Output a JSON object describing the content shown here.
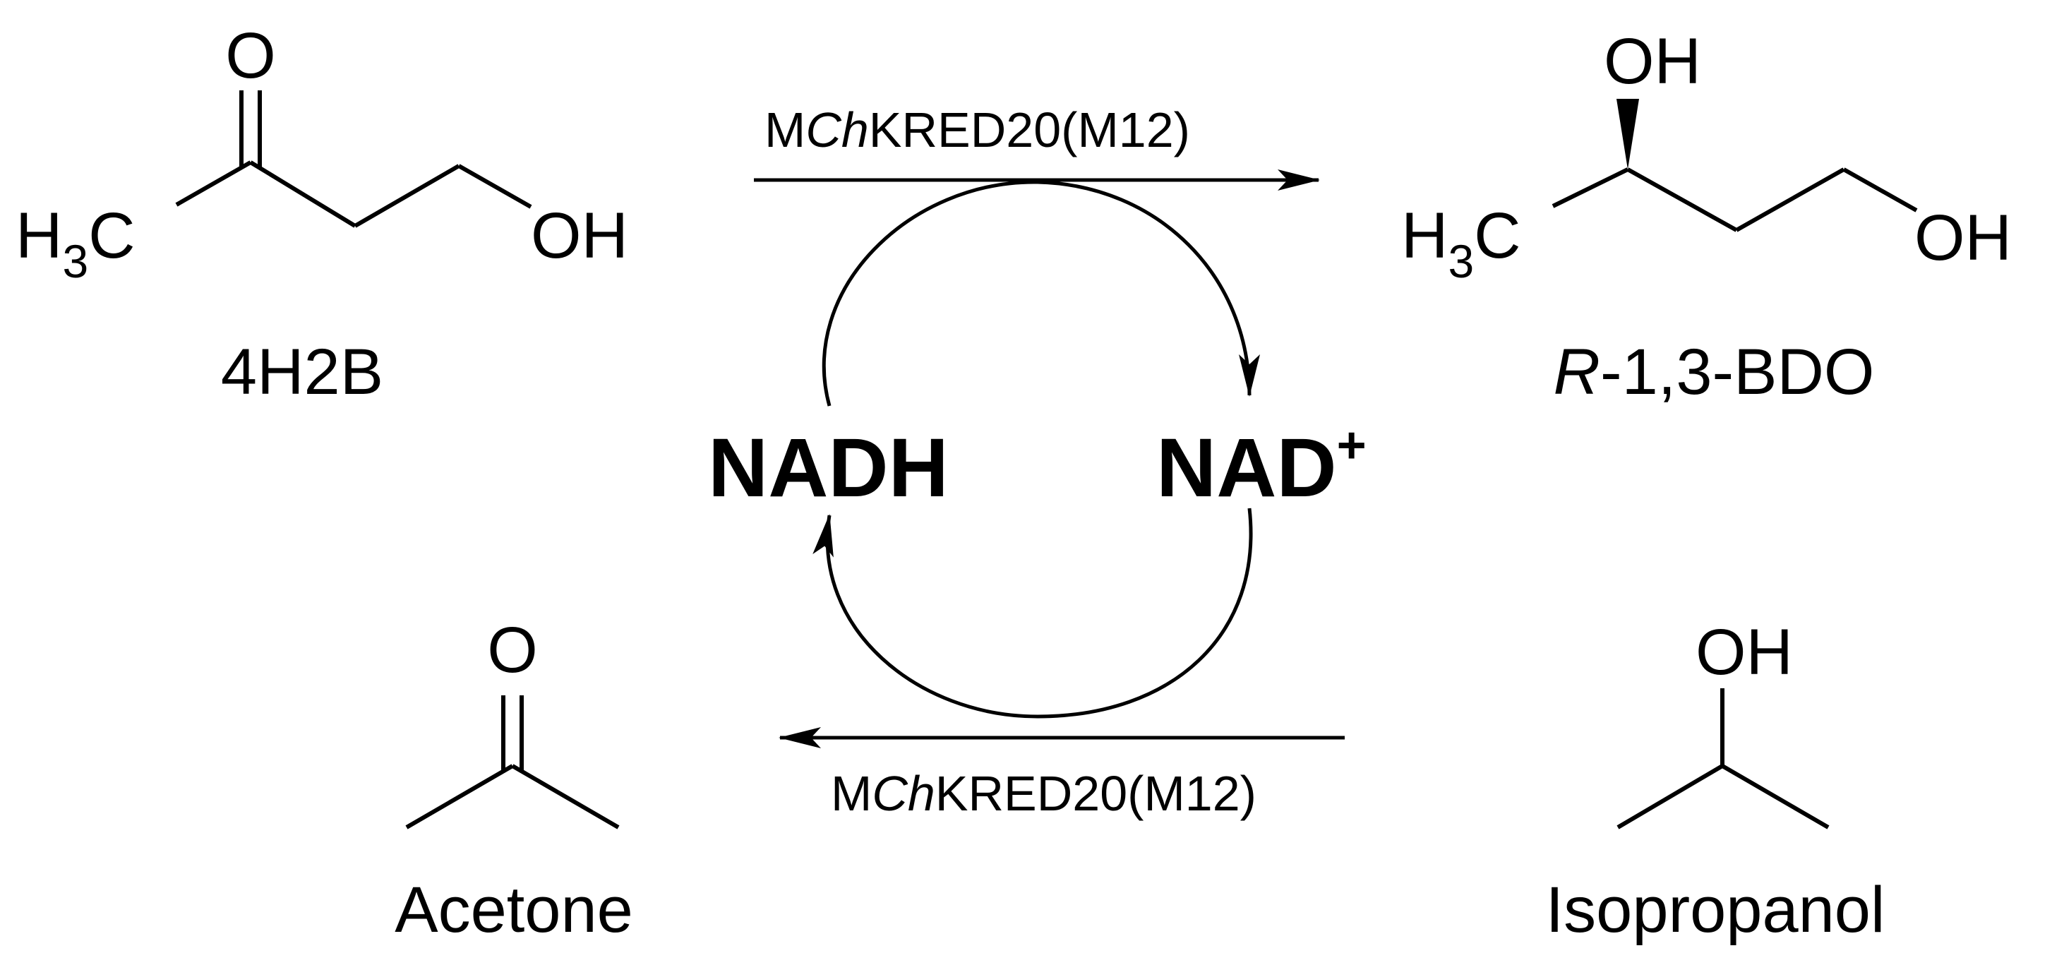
{
  "scheme": {
    "molecules": {
      "4h2b": {
        "name": "4H2B",
        "oxygen": "O",
        "methyl_h": "H",
        "methyl_sub": "3",
        "methyl_c": "C",
        "hydroxyl": "OH"
      },
      "r13bdo": {
        "name_italic": "R",
        "name_rest": "-1,3-BDO",
        "hydroxyl_top": "OH",
        "methyl_h": "H",
        "methyl_sub": "3",
        "methyl_c": "C",
        "hydroxyl_end": "OH"
      },
      "acetone": {
        "name": "Acetone",
        "oxygen": "O"
      },
      "isopropanol": {
        "name": "Isopropanol",
        "hydroxyl": "OH"
      }
    },
    "enzyme_top": {
      "prefix": "M",
      "italic": "Ch",
      "suffix": "KRED20(M12)"
    },
    "enzyme_bottom": {
      "prefix": "M",
      "italic": "Ch",
      "suffix": "KRED20(M12)"
    },
    "cofactors": {
      "nadh": "NADH",
      "nad": "NAD",
      "nad_charge": "+"
    }
  }
}
